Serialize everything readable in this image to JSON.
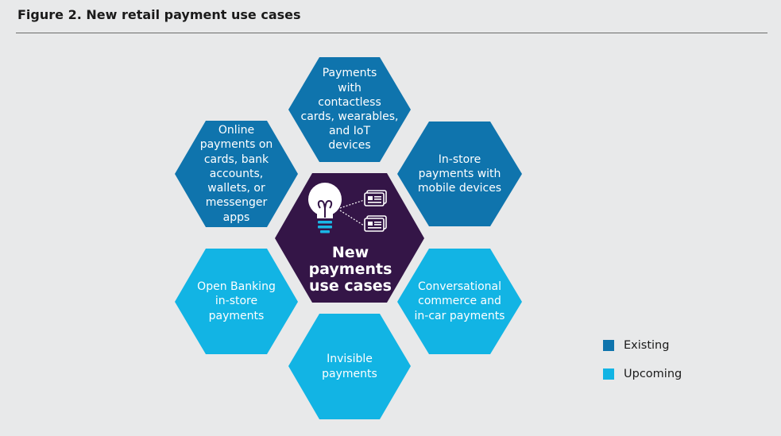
{
  "title": "Figure 2. New retail payment use cases",
  "colors": {
    "existing": "#0f74ad",
    "upcoming": "#12b4e4",
    "center": "#341547",
    "line": "#6b6b6b"
  },
  "center": {
    "lines": [
      "New",
      "payments",
      "use cases"
    ],
    "icons": [
      "lightbulb-icon",
      "card-stack-icon"
    ]
  },
  "hexagons": [
    {
      "id": "contactless",
      "status": "existing",
      "lines": [
        "Payments",
        "with",
        "contactless",
        "cards, wearables,",
        "and IoT",
        "devices"
      ]
    },
    {
      "id": "online",
      "status": "existing",
      "lines": [
        "Online",
        "payments on",
        "cards, bank",
        "accounts,",
        "wallets, or",
        "messenger",
        "apps"
      ]
    },
    {
      "id": "instore-mobile",
      "status": "existing",
      "lines": [
        "In-store",
        "payments with",
        "mobile devices"
      ]
    },
    {
      "id": "open-banking",
      "status": "upcoming",
      "lines": [
        "Open Banking",
        "in-store",
        "payments"
      ]
    },
    {
      "id": "conversational",
      "status": "upcoming",
      "lines": [
        "Conversational",
        "commerce and",
        "in-car payments"
      ]
    },
    {
      "id": "invisible",
      "status": "upcoming",
      "lines": [
        "Invisible",
        "payments"
      ]
    }
  ],
  "legend": [
    {
      "label": "Existing",
      "status": "existing"
    },
    {
      "label": "Upcoming",
      "status": "upcoming"
    }
  ]
}
